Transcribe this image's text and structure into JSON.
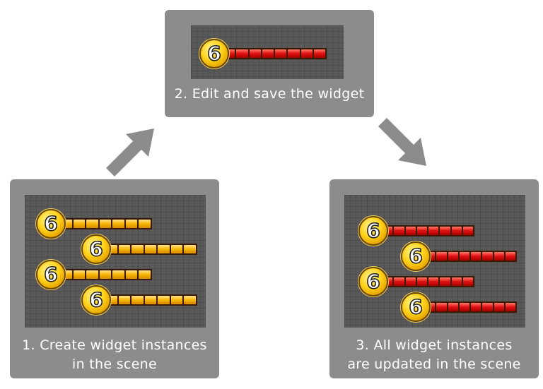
{
  "steps": [
    {
      "caption_line1": "1. Create widget instances",
      "caption_line2": "in the scene",
      "widget_color": "gold"
    },
    {
      "caption_line1": "2. Edit and save the widget",
      "caption_line2": "",
      "widget_color": "red"
    },
    {
      "caption_line1": "3. All widget instances",
      "caption_line2": "are updated in the scene",
      "widget_color": "red"
    }
  ],
  "widget": {
    "badge_number": "6"
  },
  "colors": {
    "panel": "#8c8c8c",
    "arrow": "#8c8c8c",
    "bar_gold": "#f7b500",
    "bar_red": "#e01010",
    "badge": "#ffd21a"
  }
}
